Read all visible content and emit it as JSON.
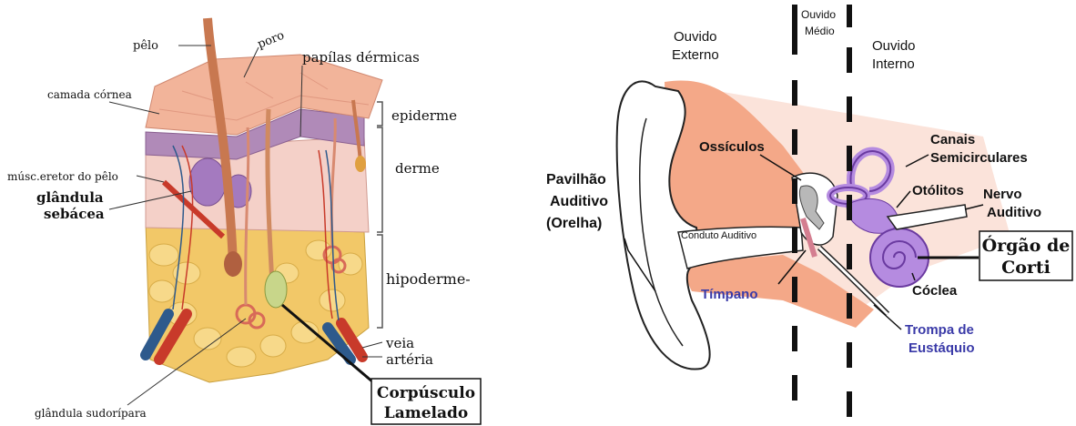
{
  "skin_panel": {
    "labels": {
      "pelo": "pêlo",
      "poro": "poro",
      "papilas": "papílas dérmicas",
      "camada_cornea": "camada córnea",
      "epiderme": "epiderme",
      "derme": "derme",
      "musc_eretor": "músc.eretor do pêlo",
      "glandula_sebacea_1": "glândula",
      "glandula_sebacea_2": "sebácea",
      "hipoderme": "hipoderme-",
      "veia": "veia",
      "arteria": "artéria",
      "glandula_sudoripara": "glândula sudorípara",
      "corpusculo_1": "Corpúsculo",
      "corpusculo_2": "Lamelado"
    }
  },
  "ear_panel": {
    "labels": {
      "ouvido_externo_1": "Ouvido",
      "ouvido_externo_2": "Externo",
      "ouvido_medio_1": "Ouvido",
      "ouvido_medio_2": "Médio",
      "ouvido_interno_1": "Ouvido",
      "ouvido_interno_2": "Interno",
      "ossiculos": "Ossículos",
      "canais_1": "Canais",
      "canais_2": "Semicirculares",
      "pavilhao_1": "Pavilhão",
      "pavilhao_2": "Auditivo",
      "pavilhao_3": "(Orelha)",
      "otolitos": "Otólitos",
      "nervo_1": "Nervo",
      "nervo_2": "Auditivo",
      "conduto": "Conduto Auditivo",
      "orgao_1": "Órgão de",
      "orgao_2": "Corti",
      "timpano": "Tímpano",
      "coclea": "Cóclea",
      "trompa_1": "Trompa de",
      "trompa_2": "Eustáquio"
    }
  },
  "colors": {
    "epidermis": "#f2b49a",
    "dermis_purple": "#b08ab8",
    "fat": "#f2c868",
    "artery": "#c83a2a",
    "vein": "#2e5a8c",
    "ear_orange": "#f4a888",
    "inner_ear_purple": "#b58be0",
    "label_blue": "#3a3aa8"
  }
}
